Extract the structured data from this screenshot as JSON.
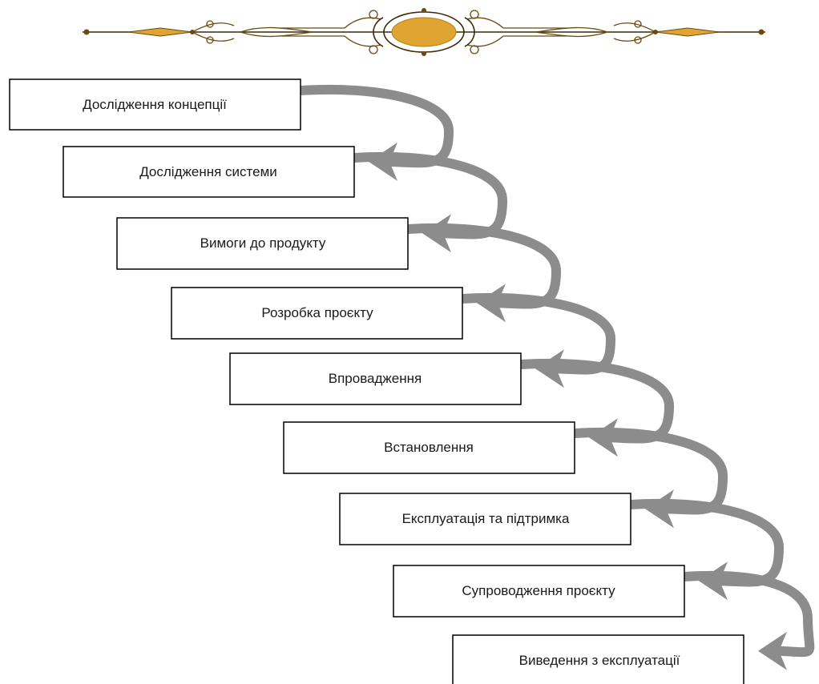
{
  "diagram": {
    "type": "waterfall-flow",
    "stages": [
      "Дослідження концепції",
      "Дослідження системи",
      "Вимоги до продукту",
      "Розробка проєкту",
      "Впровадження",
      "Встановлення",
      "Експлуатація та підтримка",
      "Супроводження проєкту",
      "Виведення з експлуатації"
    ]
  },
  "colors": {
    "box_border": "#000000",
    "box_fill": "#ffffff",
    "arrow": "#8c8c8c",
    "ornament_gold": "#e0a431",
    "ornament_brown": "#6b4a12",
    "ornament_line": "#3a2a08"
  },
  "decoration": {
    "ornament": "divider-ornament"
  }
}
